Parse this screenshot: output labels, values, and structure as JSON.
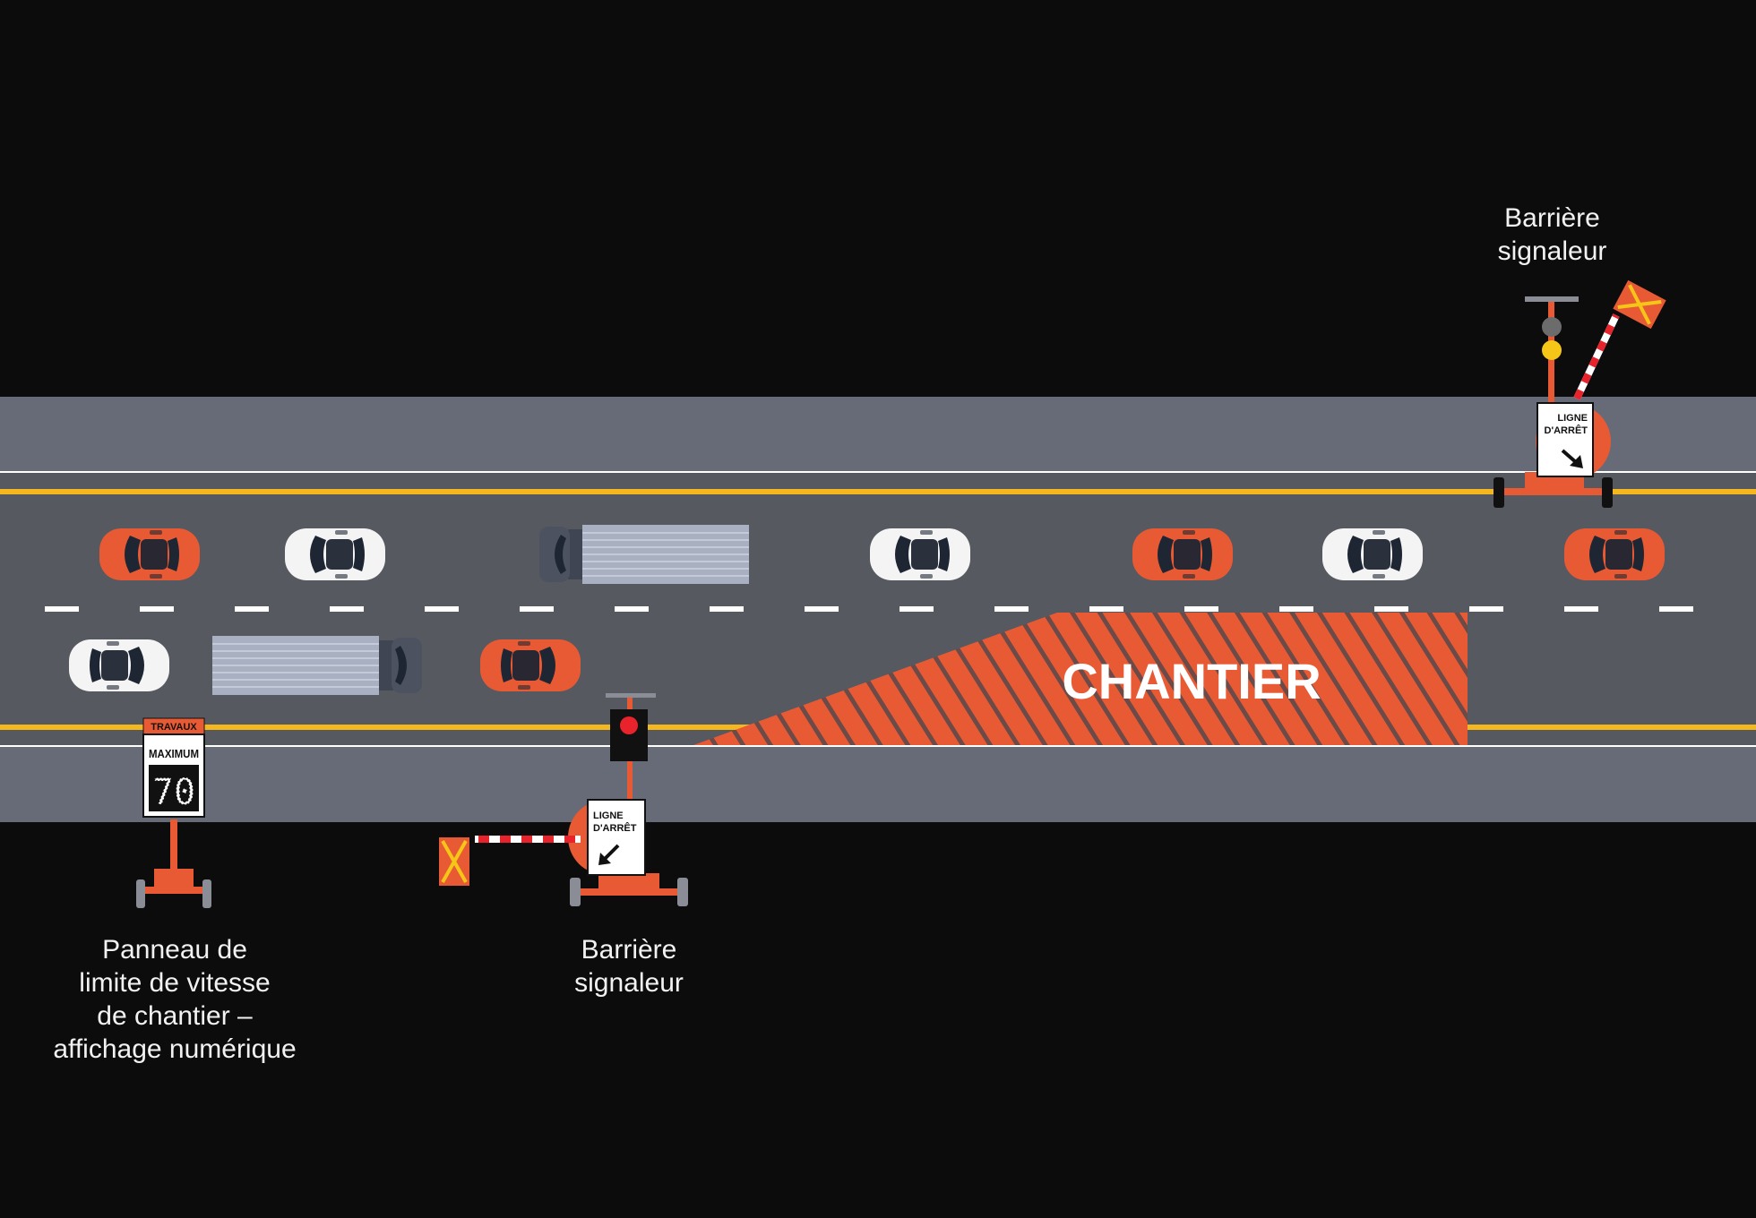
{
  "zone_label": "CHANTIER",
  "labels": {
    "barrier_top": "Barrière\nsignaleur",
    "barrier_bottom": "Barrière\nsignaleur",
    "speed_sign": "Panneau de\nlimite de vitesse\nde chantier –\naffichage numérique"
  },
  "speed_sign": {
    "header": "TRAVAUX",
    "title": "MAXIMUM",
    "speed": "70"
  },
  "stop_sign": {
    "line1": "LIGNE",
    "line2": "D'ARRÊT"
  },
  "colors": {
    "background": "#0c0c0c",
    "shoulder": "#676b77",
    "road": "#575961",
    "yellow_line": "#f5b71e",
    "accent_orange": "#e85a34",
    "white": "#ffffff"
  }
}
